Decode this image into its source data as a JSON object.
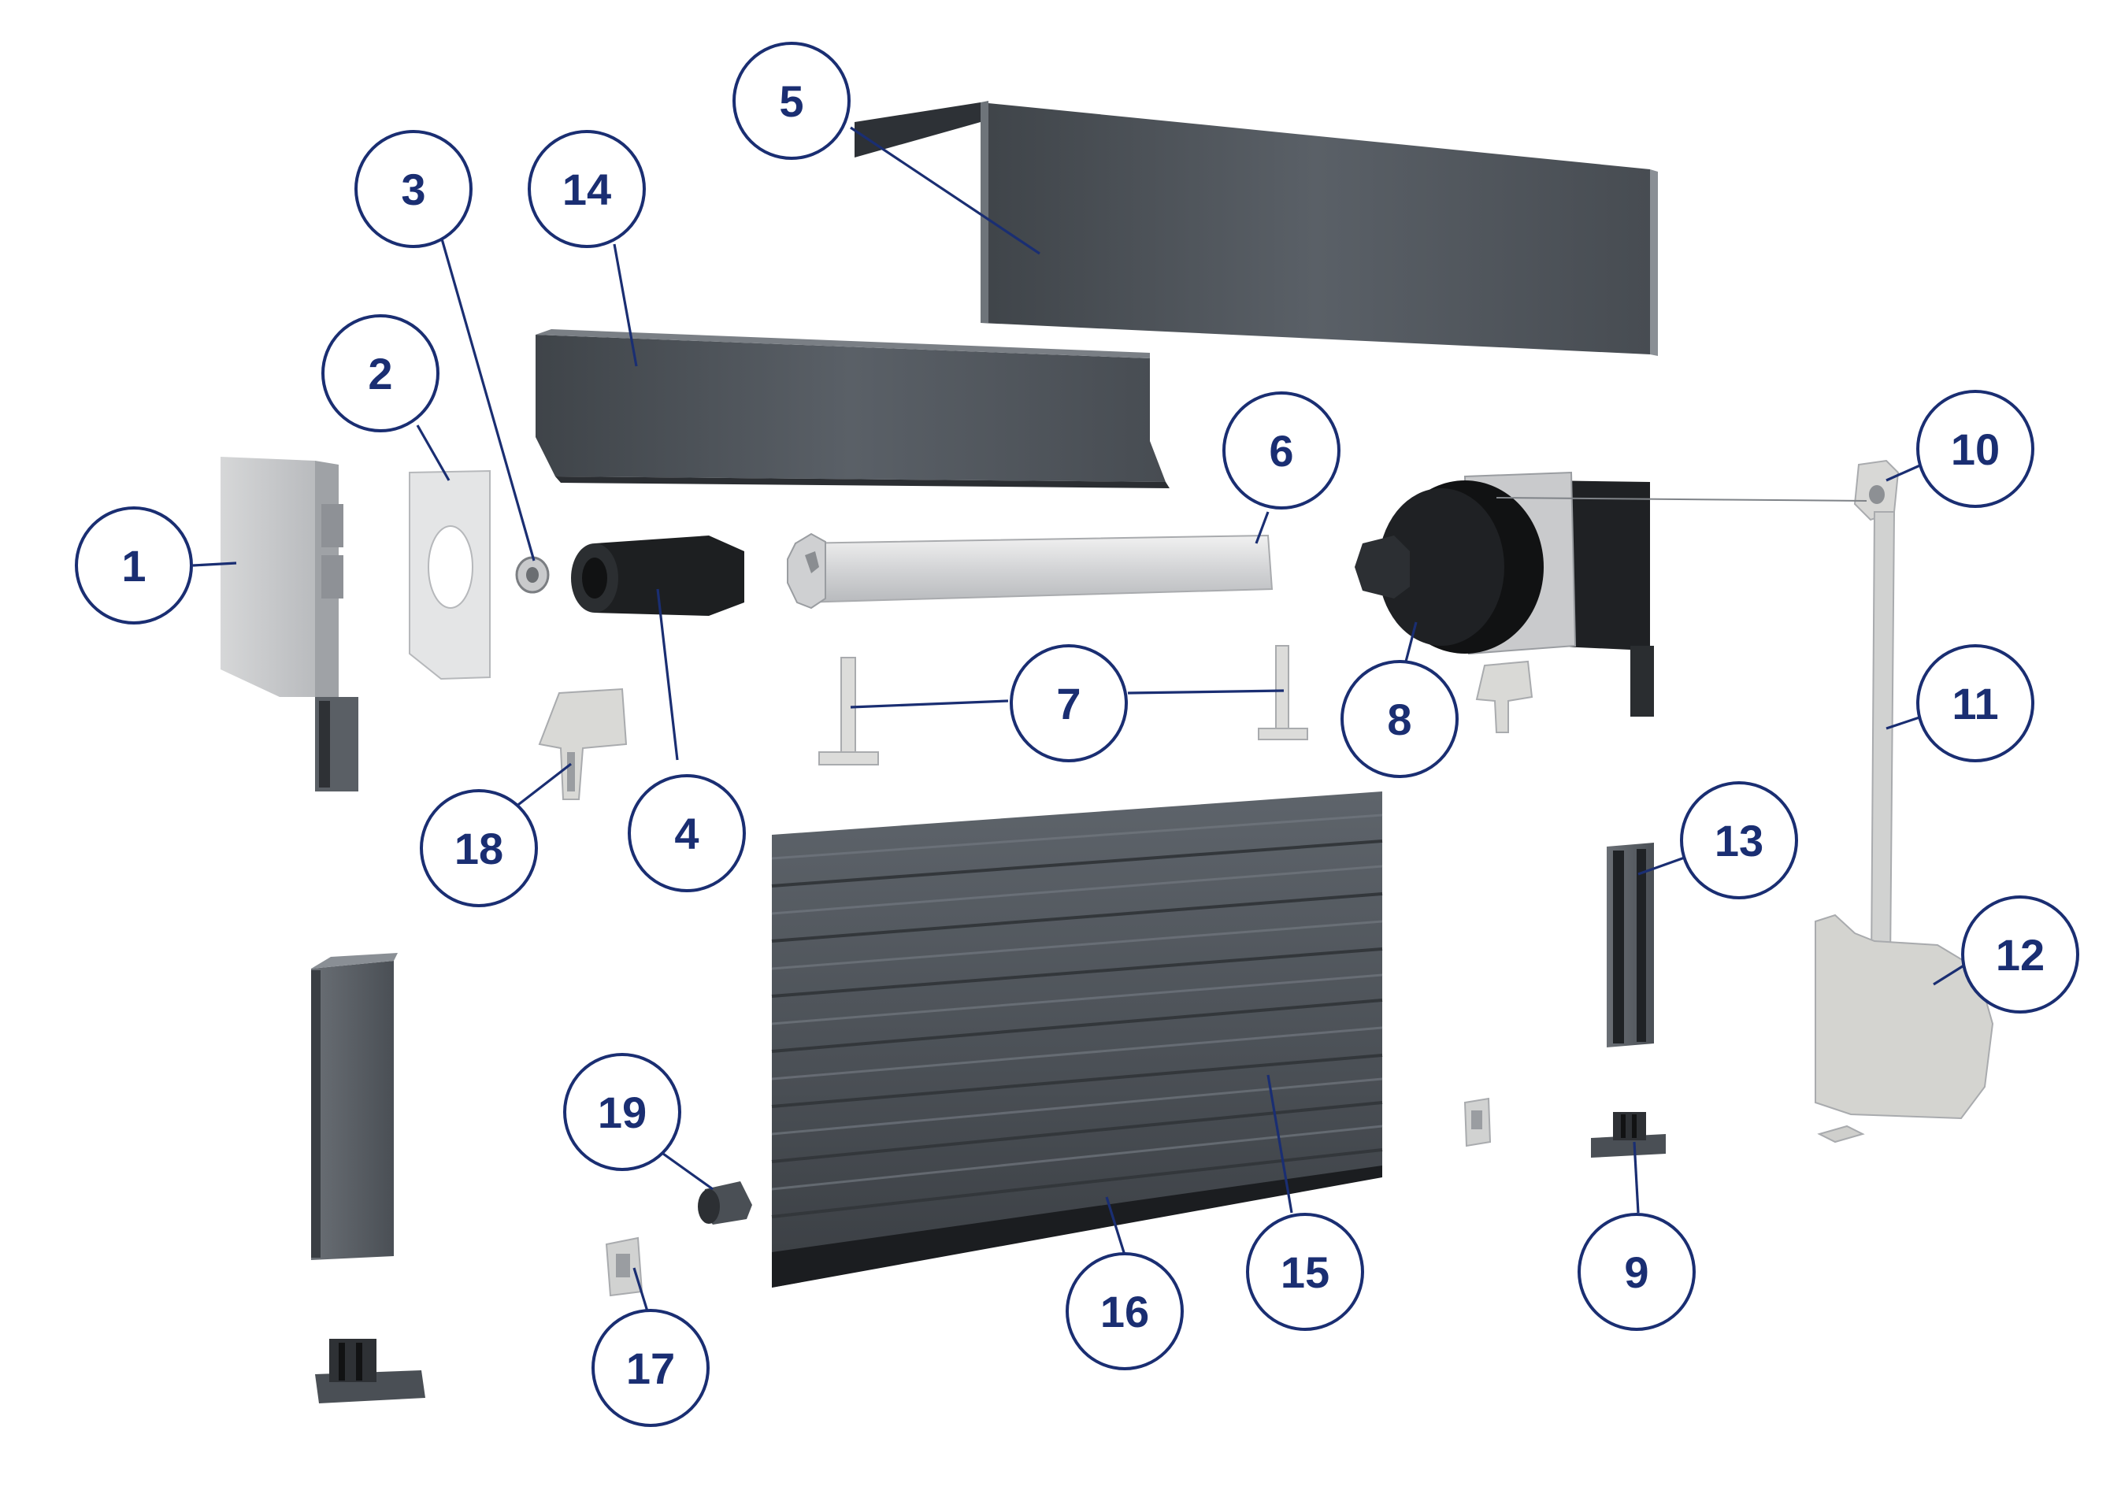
{
  "colors": {
    "callout": "#1a2e72",
    "profile_dark": "#4a4f55",
    "profile_mid": "#5f656c",
    "profile_light": "#c7c9cc",
    "plastic_light": "#d9d9d6",
    "plastic_black": "#1d1f21"
  },
  "callouts": [
    {
      "id": "1",
      "label": "1"
    },
    {
      "id": "2",
      "label": "2"
    },
    {
      "id": "3",
      "label": "3"
    },
    {
      "id": "4",
      "label": "4"
    },
    {
      "id": "5",
      "label": "5"
    },
    {
      "id": "6",
      "label": "6"
    },
    {
      "id": "7",
      "label": "7"
    },
    {
      "id": "8",
      "label": "8"
    },
    {
      "id": "9",
      "label": "9"
    },
    {
      "id": "10",
      "label": "10"
    },
    {
      "id": "11",
      "label": "11"
    },
    {
      "id": "12",
      "label": "12"
    },
    {
      "id": "13",
      "label": "13"
    },
    {
      "id": "14",
      "label": "14"
    },
    {
      "id": "15",
      "label": "15"
    },
    {
      "id": "16",
      "label": "16"
    },
    {
      "id": "17",
      "label": "17"
    },
    {
      "id": "18",
      "label": "18"
    },
    {
      "id": "19",
      "label": "19"
    }
  ]
}
